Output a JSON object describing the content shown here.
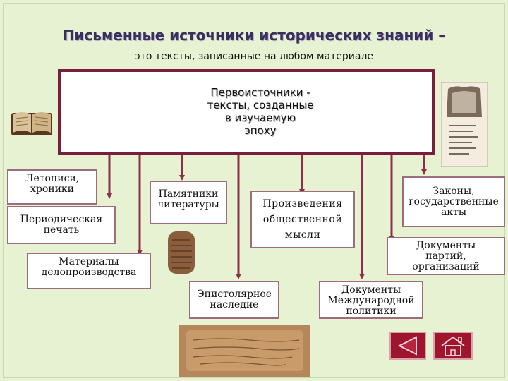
{
  "title": "Письменные источники исторических знаний –",
  "subtitle": "это тексты, записанные на любом материале",
  "main_box": "Первоисточники -\nтексты, созданные\nв изучаемую\nэпоху",
  "sources": {
    "chronicles": "Летописи,\nхроники",
    "periodicals": "Периодическая\nпечать",
    "records": "Материалы\nделопроизводства",
    "literature": "Памятники\nлитературы",
    "epistolary": "Эпистолярное\nнаследие",
    "social_thought": "Произведения\nобщественной\nмысли",
    "intl_docs": "Документы\nМеждународной\nполитики",
    "laws": "Законы,\nгосударственные\nакты",
    "party_docs": "Документы\nпартий,\nорганизаций"
  },
  "colors": {
    "background": "#e6f2d2",
    "border": "#8b2f4a",
    "arrow": "#8b2f4a",
    "nav_button": "#a0152e"
  },
  "icons": {
    "back": "triangle-left-icon",
    "home": "house-icon"
  }
}
